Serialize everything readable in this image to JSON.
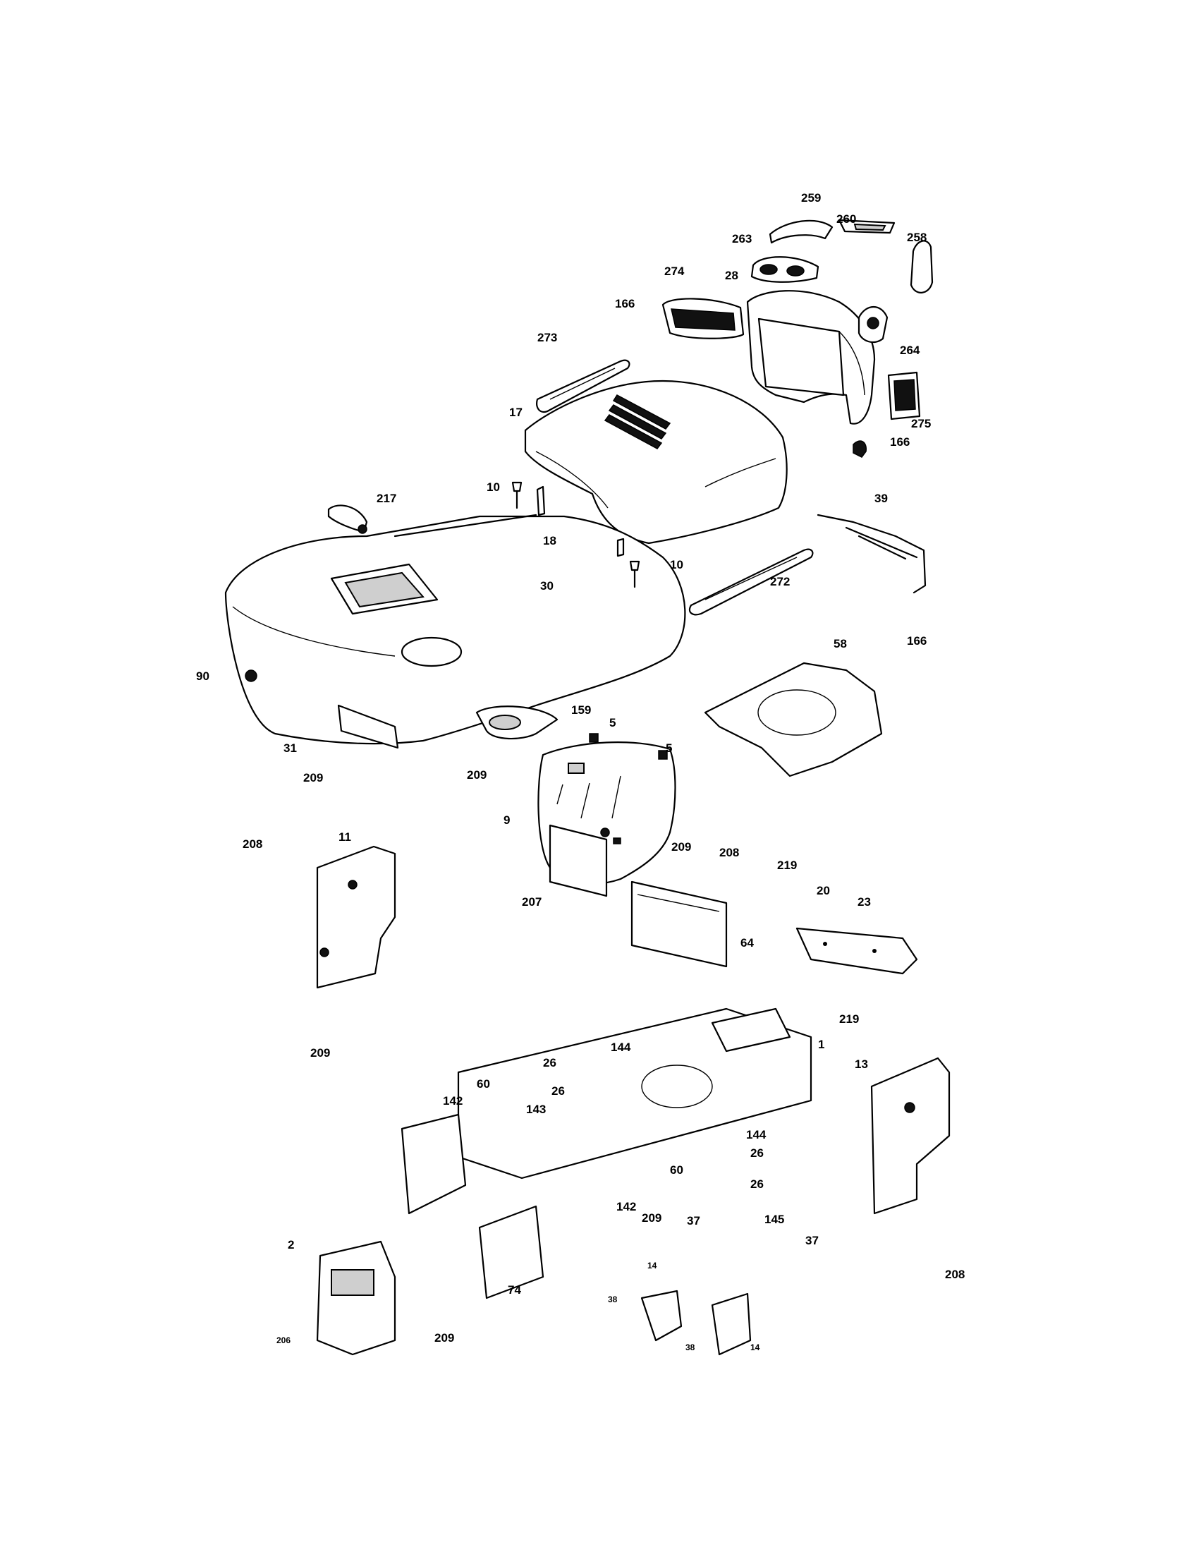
{
  "callouts": {
    "c259": "259",
    "c260": "260",
    "c258": "258",
    "c263": "263",
    "c274": "274",
    "c28": "28",
    "c166a": "166",
    "c264": "264",
    "c273": "273",
    "c17": "17",
    "c275": "275",
    "c166b": "166",
    "c10a": "10",
    "c217": "217",
    "c18": "18",
    "c39": "39",
    "c10b": "10",
    "c30": "30",
    "c272": "272",
    "c166c": "166",
    "c58": "58",
    "c90": "90",
    "c159": "159",
    "c5a": "5",
    "c5b": "5",
    "c31": "31",
    "c209a": "209",
    "c209b": "209",
    "c9": "9",
    "c208a": "208",
    "c11": "11",
    "c209c": "209",
    "c208b": "208",
    "c219a": "219",
    "c20": "20",
    "c23": "23",
    "c207": "207",
    "c64": "64",
    "c219b": "219",
    "c1": "1",
    "c144a": "144",
    "c209d": "209",
    "c26a": "26",
    "c13": "13",
    "c26b": "26",
    "c60a": "60",
    "c142a": "142",
    "c143": "143",
    "c144b": "144",
    "c26c": "26",
    "c60b": "60",
    "c26d": "26",
    "c142b": "142",
    "c209e": "209",
    "c37a": "37",
    "c145": "145",
    "c2": "2",
    "c37b": "37",
    "c14a": "14",
    "c74": "74",
    "c209f": "209",
    "c38a": "38",
    "c206": "206",
    "c38b": "38",
    "c14b": "14",
    "c208c": "208"
  }
}
